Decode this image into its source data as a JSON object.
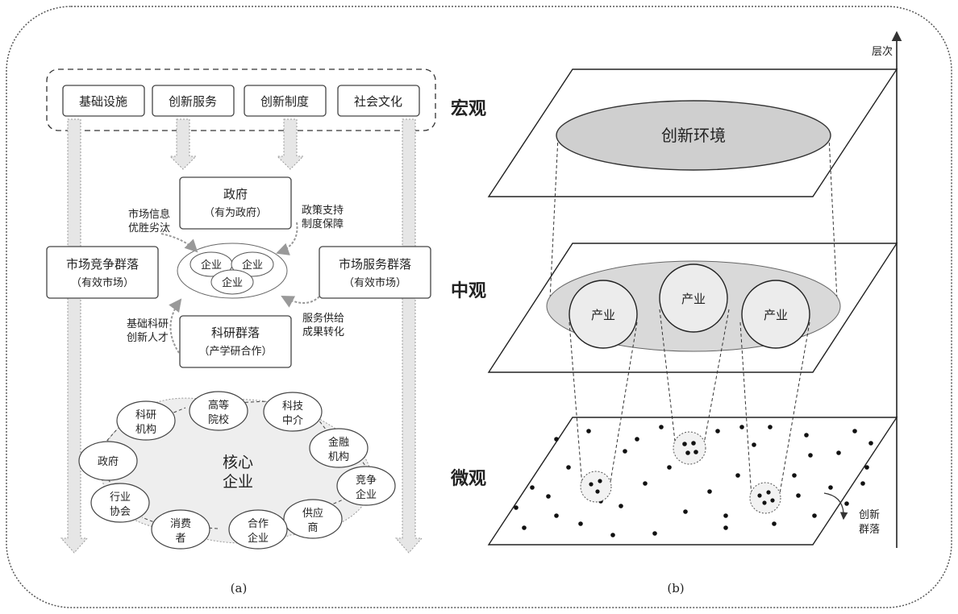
{
  "panel_a": {
    "top_boxes": [
      "基础设施",
      "创新服务",
      "创新制度",
      "社会文化"
    ],
    "gov": {
      "title": "政府",
      "sub": "（有为政府）"
    },
    "market_comp": {
      "title": "市场竞争群落",
      "sub": "（有效市场）"
    },
    "market_serv": {
      "title": "市场服务群落",
      "sub": "（有效市场）"
    },
    "research": {
      "title": "科研群落",
      "sub": "（产学研合作）"
    },
    "center_firms": [
      "企业",
      "企业",
      "企业"
    ],
    "note_tl": [
      "市场信息",
      "优胜劣汰"
    ],
    "note_tr": [
      "政策支持",
      "制度保障"
    ],
    "note_bl": [
      "基础科研",
      "创新人才"
    ],
    "note_br": [
      "服务供给",
      "成果转化"
    ],
    "core": [
      "核心",
      "企业"
    ],
    "ring": [
      [
        "高等",
        "院校"
      ],
      [
        "科技",
        "中介"
      ],
      [
        "金融",
        "机构"
      ],
      [
        "竞争",
        "企业"
      ],
      [
        "供应",
        "商"
      ],
      [
        "合作",
        "企业"
      ],
      [
        "消费",
        "者"
      ],
      [
        "行业",
        "协会"
      ],
      [
        "政府"
      ],
      [
        "科研",
        "机构"
      ]
    ],
    "caption": "(a)"
  },
  "panel_b": {
    "axis_label": "层次",
    "macro": "宏观",
    "meso": "中观",
    "micro": "微观",
    "env": "创新环境",
    "industry": [
      "产业",
      "产业",
      "产业"
    ],
    "cluster": [
      "创新",
      "群落"
    ],
    "caption": "(b)"
  }
}
